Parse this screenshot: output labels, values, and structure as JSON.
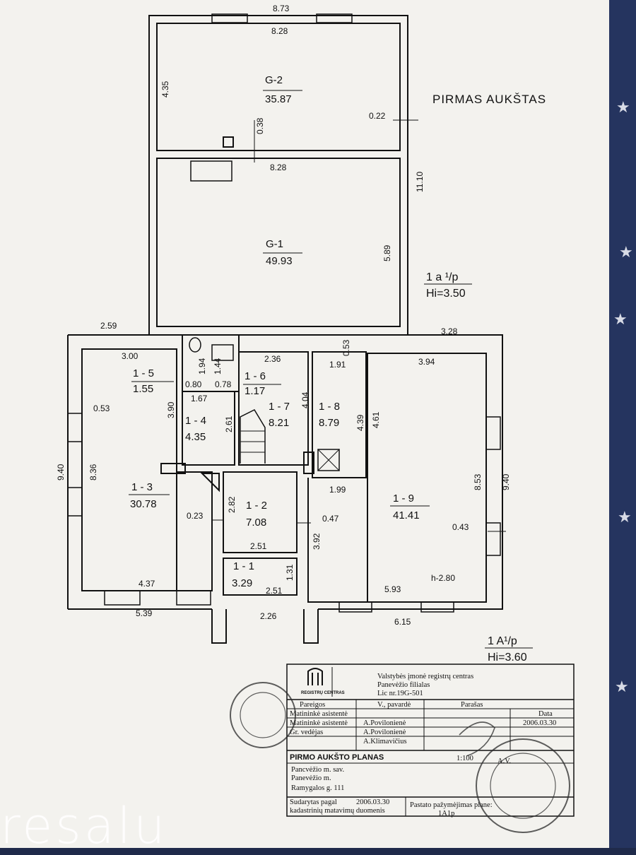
{
  "plan": {
    "floor_title": "PIRMAS AUKŠTAS",
    "level_note_1": {
      "code": "1 a ¹/p",
      "height": "Hi=3.50"
    },
    "level_note_2": {
      "code": "1 A¹/p",
      "height": "Hi=3.60"
    },
    "room_height_note": "h-2.80",
    "rooms": [
      {
        "id": "G-2",
        "area": "35.87"
      },
      {
        "id": "G-1",
        "area": "49.93"
      },
      {
        "id": "1 - 5",
        "area": "1.55"
      },
      {
        "id": "1 - 6",
        "area": "1.17"
      },
      {
        "id": "1 - 7",
        "area": "8.21"
      },
      {
        "id": "1 - 8",
        "area": "8.79"
      },
      {
        "id": "1 - 4",
        "area": "4.35"
      },
      {
        "id": "1 - 3",
        "area": "30.78"
      },
      {
        "id": "1 - 2",
        "area": "7.08"
      },
      {
        "id": "1 - 1",
        "area": "3.29"
      },
      {
        "id": "1 - 9",
        "area": "41.41"
      }
    ],
    "dims": {
      "d_8_73": "8.73",
      "d_8_28_top": "8.28",
      "d_4_35": "4.35",
      "d_0_38": "0.38",
      "d_0_22": "0.22",
      "d_8_28_mid": "8.28",
      "d_11_10": "11.10",
      "d_5_89": "5.89",
      "d_2_59": "2.59",
      "d_3_28": "3.28",
      "d_3_00": "3.00",
      "d_2_36": "2.36",
      "d_0_53_top": "0.53",
      "d_1_91": "1.91",
      "d_3_94": "3.94",
      "d_1_94": "1.94",
      "d_1_44": "1.44",
      "d_0_80": "0.80",
      "d_0_78": "0.78",
      "d_4_04": "4.04",
      "d_4_39": "4.39",
      "d_4_61": "4.61",
      "d_1_67": "1.67",
      "d_3_90": "3.90",
      "d_0_53_left": "0.53",
      "d_2_61": "2.61",
      "d_9_40_left": "9.40",
      "d_8_36": "8.36",
      "d_8_53": "8.53",
      "d_9_40_right": "9.40",
      "d_1_99": "1.99",
      "d_2_82": "2.82",
      "d_0_23": "0.23",
      "d_0_47": "0.47",
      "d_0_43": "0.43",
      "d_2_51_a": "2.51",
      "d_3_92": "3.92",
      "d_1_31": "1.31",
      "d_2_51_b": "2.51",
      "d_4_37": "4.37",
      "d_5_93": "5.93",
      "d_5_39": "5.39",
      "d_2_26": "2.26",
      "d_6_15": "6.15"
    }
  },
  "title_block": {
    "org_line1": "Valstybės įmonė registrų centras",
    "org_line2": "Panevėžio filialas",
    "org_line3": "Lic nr.19G-501",
    "logo_text": "REGISTRŲ CENTRAS",
    "col_position": "Pareigos",
    "col_name": "V., pavardė",
    "col_signature": "Parašas",
    "col_date": "Data",
    "rows": [
      {
        "position": "Matininkė asistentė",
        "name": "A.Povilonienė"
      },
      {
        "position": "Matininkė asistentė",
        "name": "A.Povilonienė"
      },
      {
        "position": "Gr. vedėjas",
        "name": "A.Klimavičius"
      }
    ],
    "date": "2006.03.30",
    "plan_name": "PIRMO AUKŠTO PLANAS",
    "scale": "1:100",
    "sign_initials": "A.V.",
    "address1": "Pancvėžio m. sav.",
    "address2": "Panevėžio m.",
    "address3": "Ramygalos g.   111",
    "prepared_label": "Sudarytas pagal",
    "prepared_date": "2006.03.30",
    "prepared_source": "kadastrinių matavimų duomenis",
    "mark_label": "Pastato pažymėjimas plane:",
    "mark_value": "1A1p"
  },
  "watermark": "resalu",
  "colors": {
    "ink": "#111111",
    "paper": "#f3f2ee",
    "background": "#25345f"
  }
}
